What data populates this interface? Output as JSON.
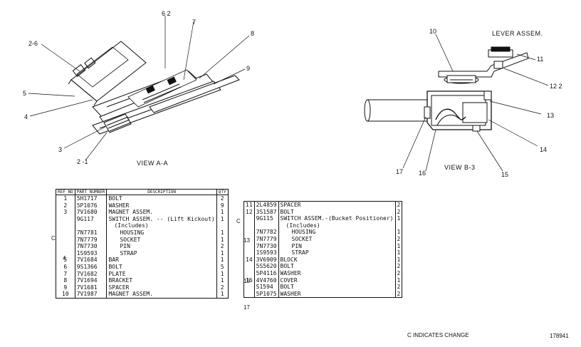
{
  "diagram": {
    "view_aa_caption": "VIEW A-A",
    "view_bb_caption": "VIEW B-3",
    "lever_assembly_caption": "LEVER ASSEM.",
    "callouts_aa": {
      "c26": "2-6",
      "c62": "6 2",
      "c7": "7",
      "c8": "8",
      "c9": "9",
      "c5": "5",
      "c4": "4",
      "c3": "3",
      "c21": "2 -1"
    },
    "callouts_bb": {
      "c10": "10",
      "c11": "11",
      "c122": "12 2",
      "c13": "13",
      "c14": "14",
      "c15": "15",
      "c16": "16",
      "c17": "17"
    }
  },
  "left_table": {
    "headers": {
      "ref": "REF NO",
      "part": "PART NUMBER",
      "desc": "DESCRIPTION",
      "qty": "QTY"
    },
    "rows": [
      {
        "ref": "1",
        "part": "5H1717",
        "desc": "BOLT",
        "qty": "2",
        "indent": 0
      },
      {
        "ref": "2",
        "part": "5P1076",
        "desc": "WASHER",
        "qty": "9",
        "indent": 0
      },
      {
        "ref": "3",
        "part": "7V1680",
        "desc": "MAGNET ASSEM.",
        "qty": "1",
        "indent": 0
      },
      {
        "ref": "",
        "part": "9G117",
        "desc": "SWITCH ASSEM. -- (Lift Kickout)",
        "qty": "1",
        "indent": 0
      },
      {
        "ref": "",
        "part": "",
        "desc": "(Includes)",
        "qty": "",
        "indent": 1
      },
      {
        "ref": "",
        "part": "7N7781",
        "desc": "HOUSING",
        "qty": "1",
        "indent": 2
      },
      {
        "ref": "",
        "part": "7N7779",
        "desc": "SOCKET",
        "qty": "1",
        "indent": 2
      },
      {
        "ref": "",
        "part": "7N7730",
        "desc": "PIN",
        "qty": "2",
        "indent": 2
      },
      {
        "ref": "",
        "part": "1S9593",
        "desc": "STRAP",
        "qty": "1",
        "indent": 2
      },
      {
        "ref": "5",
        "part": "7V1684",
        "desc": "BAR",
        "qty": "1",
        "indent": 0
      },
      {
        "ref": "6",
        "part": "9S1366",
        "desc": "BOLT",
        "qty": "5",
        "indent": 0
      },
      {
        "ref": "7",
        "part": "7V1682",
        "desc": "PLATE",
        "qty": "1",
        "indent": 0
      },
      {
        "ref": "8",
        "part": "7V1694",
        "desc": "BRACKET",
        "qty": "1",
        "indent": 0
      },
      {
        "ref": "9",
        "part": "7V1681",
        "desc": "SPACER",
        "qty": "2",
        "indent": 0
      },
      {
        "ref": "10",
        "part": "7V1987",
        "desc": "MAGNET ASSEM.",
        "qty": "1",
        "indent": 0
      }
    ],
    "group_ref": "4",
    "change_mark": "C"
  },
  "right_table": {
    "rows": [
      {
        "ref": "11",
        "part": "2L4859",
        "desc": "SPACER",
        "qty": "2",
        "indent": 0
      },
      {
        "ref": "12",
        "part": "3S1587",
        "desc": "BOLT",
        "qty": "2",
        "indent": 0
      },
      {
        "ref": "",
        "part": "9G115",
        "desc": "SWITCH ASSEM.-(Bucket Positioner)",
        "qty": "1",
        "indent": 0
      },
      {
        "ref": "",
        "part": "",
        "desc": "(Includes)",
        "qty": "",
        "indent": 1
      },
      {
        "ref": "",
        "part": "7N7782",
        "desc": "HOUSING",
        "qty": "1",
        "indent": 2
      },
      {
        "ref": "",
        "part": "7N7779",
        "desc": "SOCKET",
        "qty": "2",
        "indent": 2
      },
      {
        "ref": "",
        "part": "7N7730",
        "desc": "PIN",
        "qty": "1",
        "indent": 2
      },
      {
        "ref": "",
        "part": "1S9593",
        "desc": "STRAP",
        "qty": "1",
        "indent": 2
      },
      {
        "ref": "14",
        "part": "3V6909",
        "desc": "BLOCK",
        "qty": "1",
        "indent": 0
      },
      {
        "ref": "",
        "part": "5S5620",
        "desc": "BOLT",
        "qty": "2",
        "indent": 0
      },
      {
        "ref": "",
        "part": "5P4116",
        "desc": "WASHER",
        "qty": "2",
        "indent": 0
      },
      {
        "ref": "16",
        "part": "4V4760",
        "desc": "COVER",
        "qty": "1",
        "indent": 0
      },
      {
        "ref": "",
        "part": "S1594",
        "desc": "BOLT",
        "qty": "2",
        "indent": 0
      },
      {
        "ref": "",
        "part": "5P1075",
        "desc": "WASHER",
        "qty": "2",
        "indent": 0
      }
    ],
    "group_ref_13": "13",
    "group_ref_15": "15",
    "group_ref_17": "17",
    "change_mark": "C"
  },
  "footer": {
    "change_note": "C INDICATES CHANGE",
    "figure_number": "178941"
  }
}
